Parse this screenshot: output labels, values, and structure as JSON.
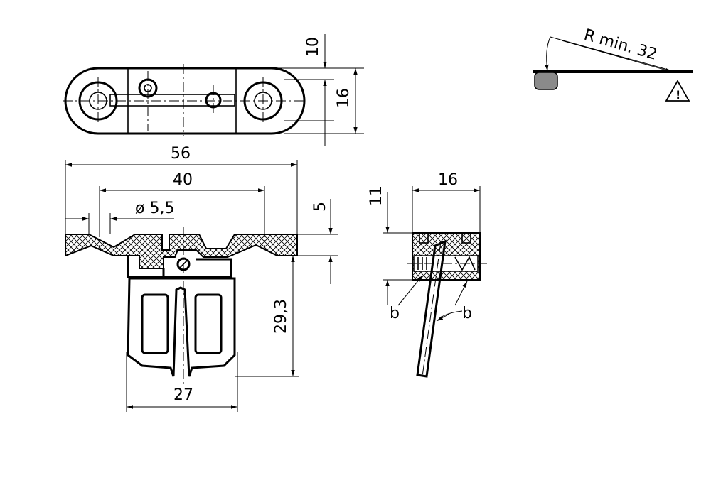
{
  "labels": {
    "dim_10": "10",
    "dim_16_top": "16",
    "dim_56": "56",
    "dim_40": "40",
    "dim_dia": "ø 5,5",
    "dim_5": "5",
    "dim_29_3": "29,3",
    "dim_27": "27",
    "dim_16_side": "16",
    "dim_11": "11",
    "label_b_left": "b",
    "label_b_right": "b",
    "radius": "R min. 32",
    "warning_symbol": "!"
  },
  "colors": {
    "line": "#000000",
    "pulley": "#8a8a8a"
  },
  "icons": {
    "warning": "warning-triangle-icon"
  }
}
